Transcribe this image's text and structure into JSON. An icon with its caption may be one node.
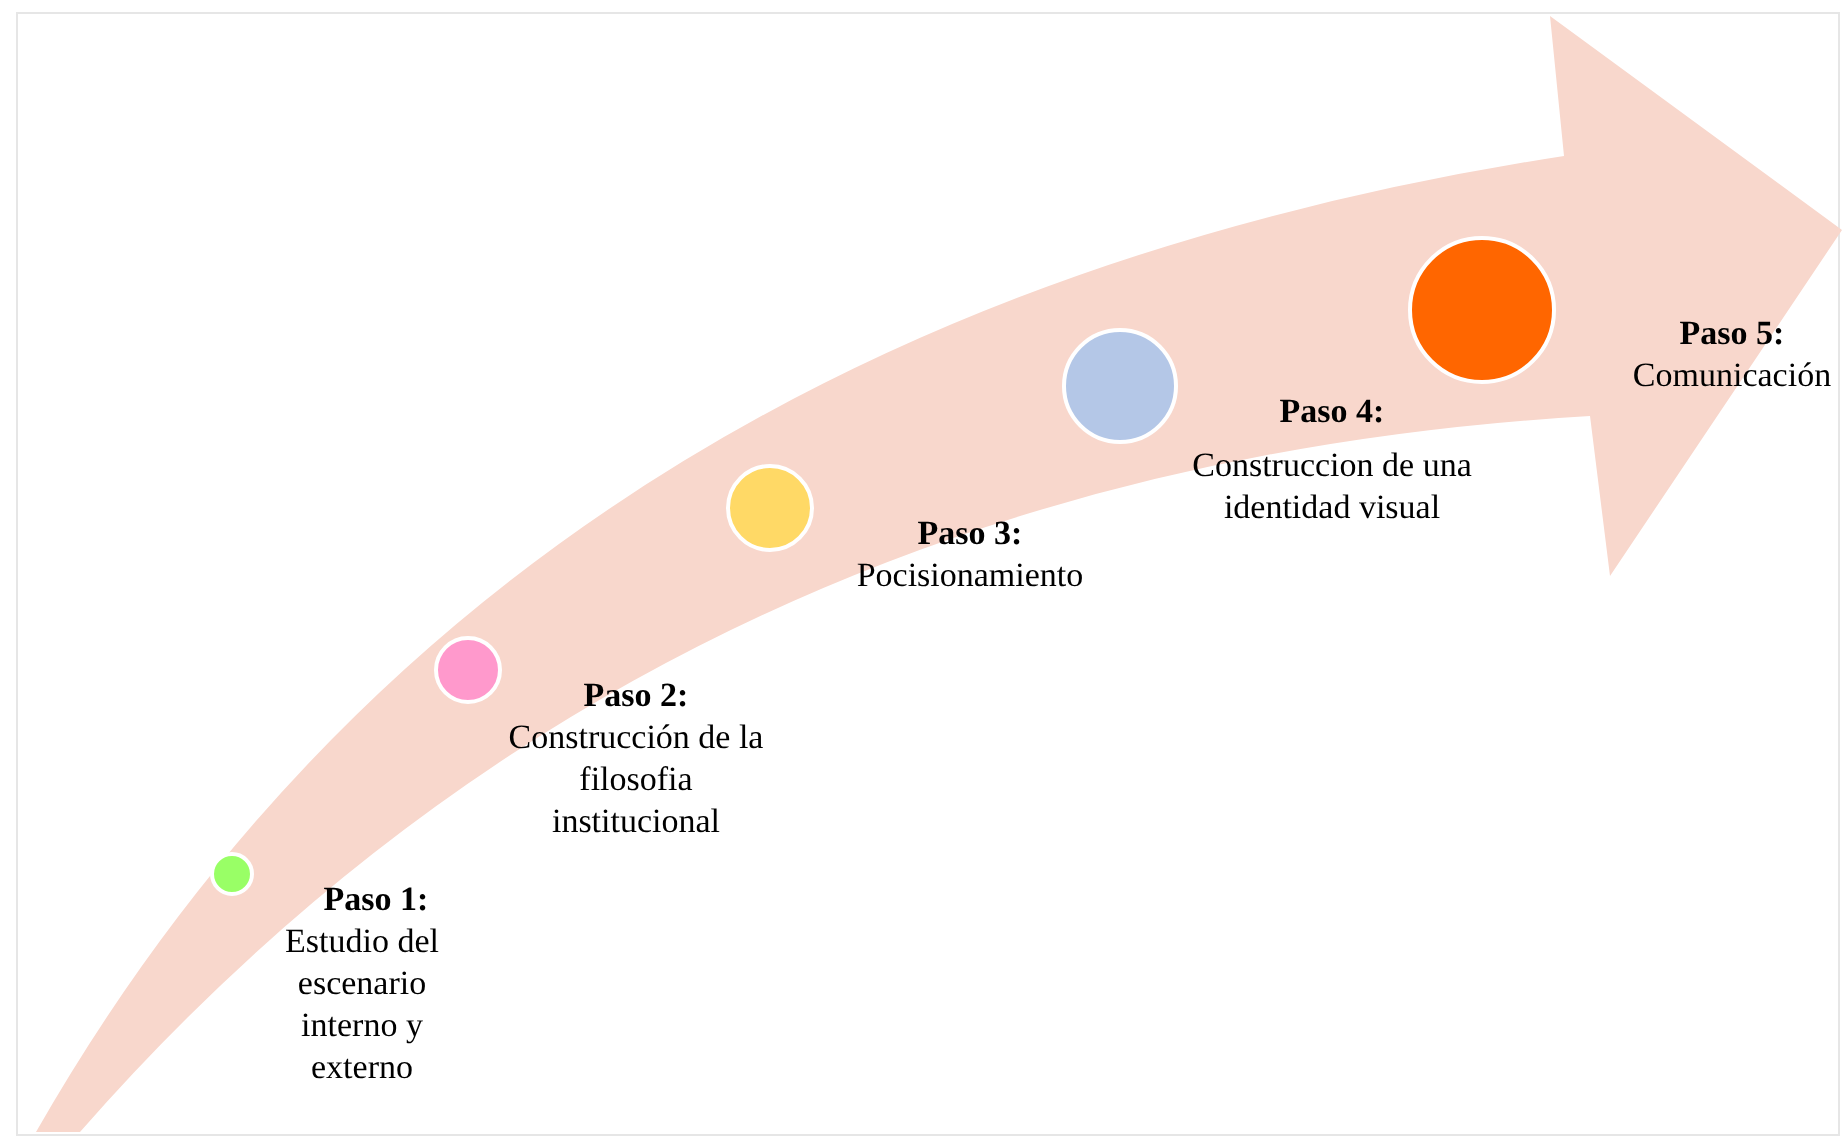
{
  "diagram": {
    "nodes": [
      {
        "text": [],
        "shape": "circle",
        "beside": [
          "Paso 1:",
          "Estudio del escenario interno y externo"
        ]
      },
      {
        "text": [],
        "shape": "circle",
        "beside": [
          "Paso 2:",
          "Construcción de la filosofia institucional"
        ]
      },
      {
        "text": [],
        "shape": "circle",
        "beside": [
          "Paso 3:",
          "Pocisionamiento"
        ]
      },
      {
        "text": [],
        "shape": "circle",
        "beside": [
          "Paso 4:",
          "Construccion de una identidad visual"
        ]
      },
      {
        "text": [],
        "shape": "circle",
        "beside": [
          "Paso 5:",
          "Comunicación"
        ]
      }
    ],
    "edges": []
  }
}
